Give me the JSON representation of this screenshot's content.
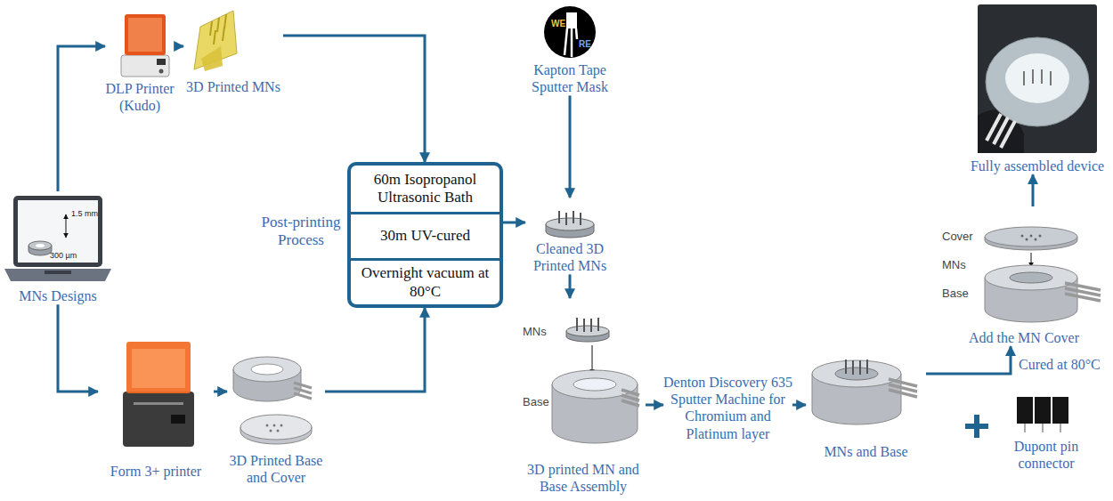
{
  "diagram": {
    "nodes": [
      {
        "text": [
          "MNs Designs"
        ]
      },
      {
        "text": [
          "DLP Printer (Kudo)"
        ]
      },
      {
        "text": [
          "3D Printed MNs"
        ]
      },
      {
        "text": [
          "Form 3+ printer"
        ]
      },
      {
        "text": [
          "3D Printed Base and Cover"
        ]
      },
      {
        "text": [
          "Post-printing Process"
        ]
      },
      {
        "text": [
          "60m Isopropanol Ultrasonic Bath"
        ],
        "in": 5
      },
      {
        "text": [
          "30m UV-cured"
        ],
        "in": 5
      },
      {
        "text": [
          "Overnight vacuum at 80°C"
        ],
        "in": 5
      },
      {
        "text": [
          "Kapton Tape Sputter Mask"
        ]
      },
      {
        "text": [
          "Cleaned 3D Printed MNs"
        ]
      },
      {
        "text": [
          "3D printed MN and Base Assembly"
        ]
      },
      {
        "text": [
          "Denton Discovery 635 Sputter Machine for Chromium and Platinum layer"
        ]
      },
      {
        "text": [
          "MNs and Base"
        ]
      },
      {
        "text": [
          "Dupont pin connector"
        ]
      },
      {
        "text": [
          "Add the MN Cover"
        ]
      },
      {
        "text": [
          "Fully assembled device"
        ]
      }
    ],
    "edges": [
      {
        "from": 0,
        "to": 1,
        "arrow": "to"
      },
      {
        "from": 1,
        "to": 2,
        "arrow": "to"
      },
      {
        "from": 0,
        "to": 3,
        "arrow": "to"
      },
      {
        "from": 3,
        "to": 4,
        "arrow": "to"
      },
      {
        "from": 2,
        "to": 5,
        "arrow": "to"
      },
      {
        "from": 4,
        "to": 5,
        "arrow": "to"
      },
      {
        "from": 5,
        "to": 10,
        "arrow": "to"
      },
      {
        "from": 9,
        "to": 10,
        "arrow": "to"
      },
      {
        "from": 10,
        "to": 11,
        "arrow": "to"
      },
      {
        "from": 11,
        "to": 12,
        "arrow": "to"
      },
      {
        "from": 12,
        "to": 13,
        "arrow": "to"
      },
      {
        "from": 13,
        "to": 15,
        "label": "Cured at 80°C",
        "arrow": "to"
      },
      {
        "from": 15,
        "to": 16,
        "arrow": "to"
      }
    ],
    "labels": [
      "1.5 mm",
      "300 µm",
      "WE",
      "RE",
      "MNs",
      "Base",
      "Cover",
      "MNs",
      "Base"
    ]
  }
}
